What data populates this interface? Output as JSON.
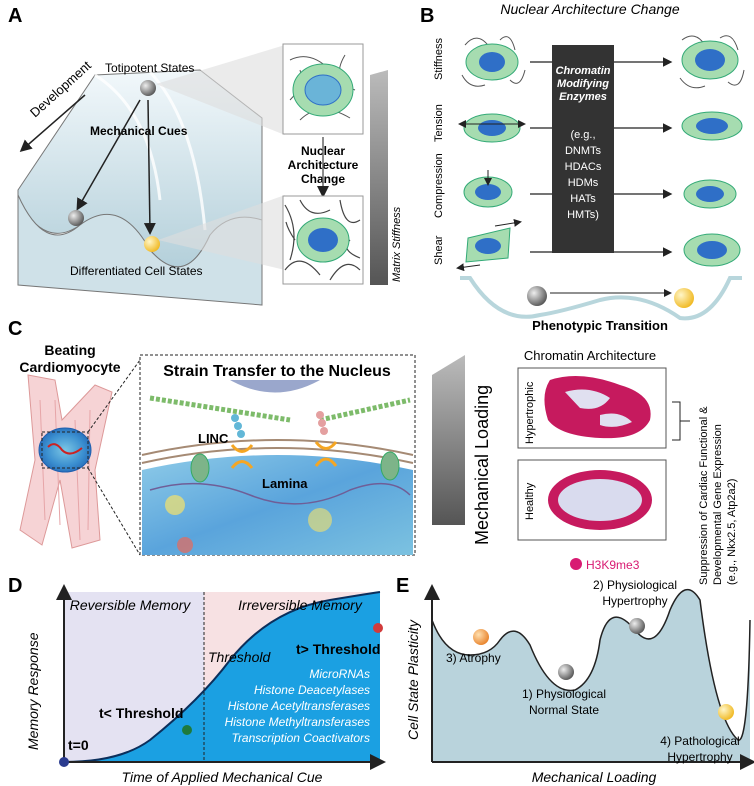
{
  "panelA": {
    "letter": "A",
    "development": "Development",
    "totipotent": "Totipotent States",
    "mechanical_cues": "Mechanical Cues",
    "differentiated": "Differentiated Cell States",
    "nac_line1": "Nuclear",
    "nac_line2": "Architecture",
    "nac_line3": "Change",
    "matrix_stiffness": "Matrix Stiffness"
  },
  "panelB": {
    "letter": "B",
    "title": "Nuclear Architecture Change",
    "rows": [
      "Stiffness",
      "Tension",
      "Compression",
      "Shear"
    ],
    "enzymes_title_line1": "Chromatin",
    "enzymes_title_line2": "Modifying",
    "enzymes_title_line3": "Enzymes",
    "enzymes_eg": "(e.g.,",
    "enzymes": [
      "DNMTs",
      "HDACs",
      "HDMs",
      "HATs",
      "HMTs)"
    ],
    "phenotypic": "Phenotypic Transition"
  },
  "panelC": {
    "letter": "C",
    "beating_line1": "Beating",
    "beating_line2": "Cardiomyocyte",
    "strain_title": "Strain Transfer to the Nucleus",
    "linc": "LINC",
    "lamina": "Lamina",
    "mechanical_loading": "Mechanical Loading",
    "chromatin_arch": "Chromatin Architecture",
    "hypertrophic": "Hypertrophic",
    "healthy": "Healthy",
    "h3k9": "H3K9me3",
    "suppression_line1": "Suppression of Cardiac Functional &",
    "suppression_line2": "Developmental Gene Expression",
    "suppression_line3": "(e.g., Nkx2.5, Atp2a2)"
  },
  "panelD": {
    "letter": "D",
    "reversible": "Reversible Memory",
    "irreversible": "Irreversible Memory",
    "threshold": "Threshold",
    "t_greater": "t> Threshold",
    "t_less": "t< Threshold",
    "t0": "t=0",
    "ylabel": "Memory Response",
    "xlabel": "Time of Applied Mechanical Cue",
    "factors": [
      "MicroRNAs",
      "Histone Deacetylases",
      "Histone Acetyltransferases",
      "Histone Methyltransferases",
      "Transcription Coactivators"
    ]
  },
  "panelE": {
    "letter": "E",
    "ylabel": "Cell State Plasticity",
    "xlabel": "Mechanical Loading",
    "atrophy": "3) Atrophy",
    "normal_line1": "1) Physiological",
    "normal_line2": "Normal State",
    "physio_line1": "2) Physiological",
    "physio_line2": "Hypertrophy",
    "patho_line1": "4) Pathological",
    "patho_line2": "Hypertrophy"
  },
  "colors": {
    "cell_green": "#a6dcb0",
    "nucleus_blue": "#2f6fc7",
    "dark_box": "#333333",
    "landscape": "#b9d3dc",
    "reversible_bg": "#e4e2f2",
    "irreversible_bg": "#f7e1e3",
    "memory_fill": "#1ba0e2",
    "h3k9": "#d81b72",
    "ball_orange": "#f5a04a",
    "ball_gray": "#777777",
    "ball_yellow": "#f8d24a"
  }
}
